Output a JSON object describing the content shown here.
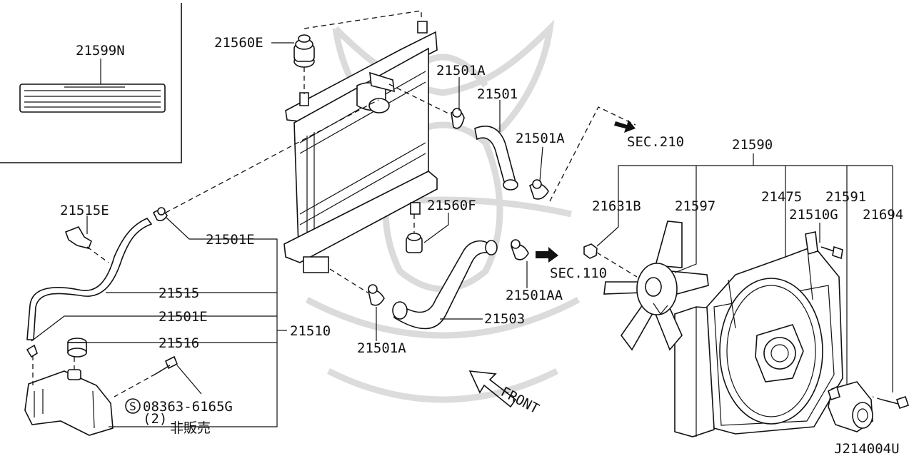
{
  "diagram": {
    "inset_label": "21599N",
    "section_refs": {
      "sec210": "SEC.210",
      "sec110": "SEC.110"
    },
    "front_label": "FRONT",
    "part_labels": {
      "p21560E": "21560E",
      "p21501A_top": "21501A",
      "p21501": "21501",
      "p21501A_mid": "21501A",
      "p21590": "21590",
      "p21515E": "21515E",
      "p21501E_top": "21501E",
      "p21560F": "21560F",
      "p21631B": "21631B",
      "p21597": "21597",
      "p21475": "21475",
      "p21591": "21591",
      "p21510G": "21510G",
      "p21694": "21694",
      "p21515": "21515",
      "p21501E_low": "21501E",
      "p21503": "21503",
      "p21501AA": "21501AA",
      "p21510": "21510",
      "p21516": "21516",
      "p21501A_low": "21501A",
      "bolt_code": "08363-6165G",
      "bolt_qty": "(2)",
      "not_for_sale": "非販売"
    },
    "bolt_symbol": "S",
    "diagram_code": "J214004U"
  }
}
